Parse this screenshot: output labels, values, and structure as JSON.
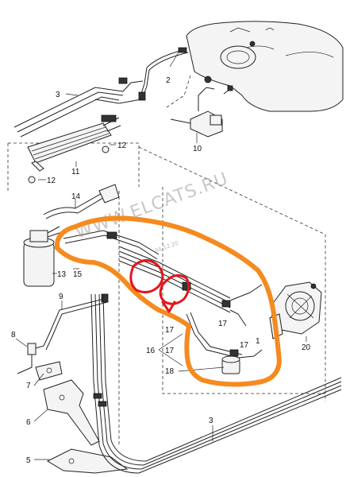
{
  "watermark": "WWW.ELCATS.RU",
  "watermark_date": "04.12.20",
  "callouts": {
    "c1": "1",
    "c2": "2",
    "c3_top": "3",
    "c3_bottom": "3",
    "c5": "5",
    "c6": "6",
    "c7": "7",
    "c8": "8",
    "c9": "9",
    "c10": "10",
    "c11": "11",
    "c12_a": "12",
    "c12_b": "12",
    "c13": "13",
    "c14": "14",
    "c15": "15",
    "c16": "16",
    "c17_a": "17",
    "c17_b": "17",
    "c17_c": "17",
    "c17_d": "17",
    "c18": "18",
    "c20": "20"
  },
  "colors": {
    "orange_annotation": "#f58a1f",
    "red_annotation": "#e3161b",
    "line": "#222222"
  }
}
